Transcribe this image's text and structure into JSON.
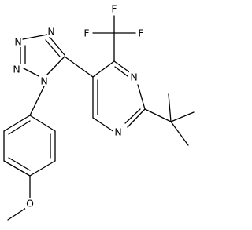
{
  "molecule": {
    "atoms": {
      "tetrazole_n1": "N",
      "tetrazole_n2": "N",
      "tetrazole_n3": "N",
      "tetrazole_n4": "N",
      "pyrimidine_n_upper": "N",
      "pyrimidine_n_lower": "N",
      "f_left": "F",
      "f_top": "F",
      "f_right": "F",
      "ether_o": "O"
    }
  }
}
